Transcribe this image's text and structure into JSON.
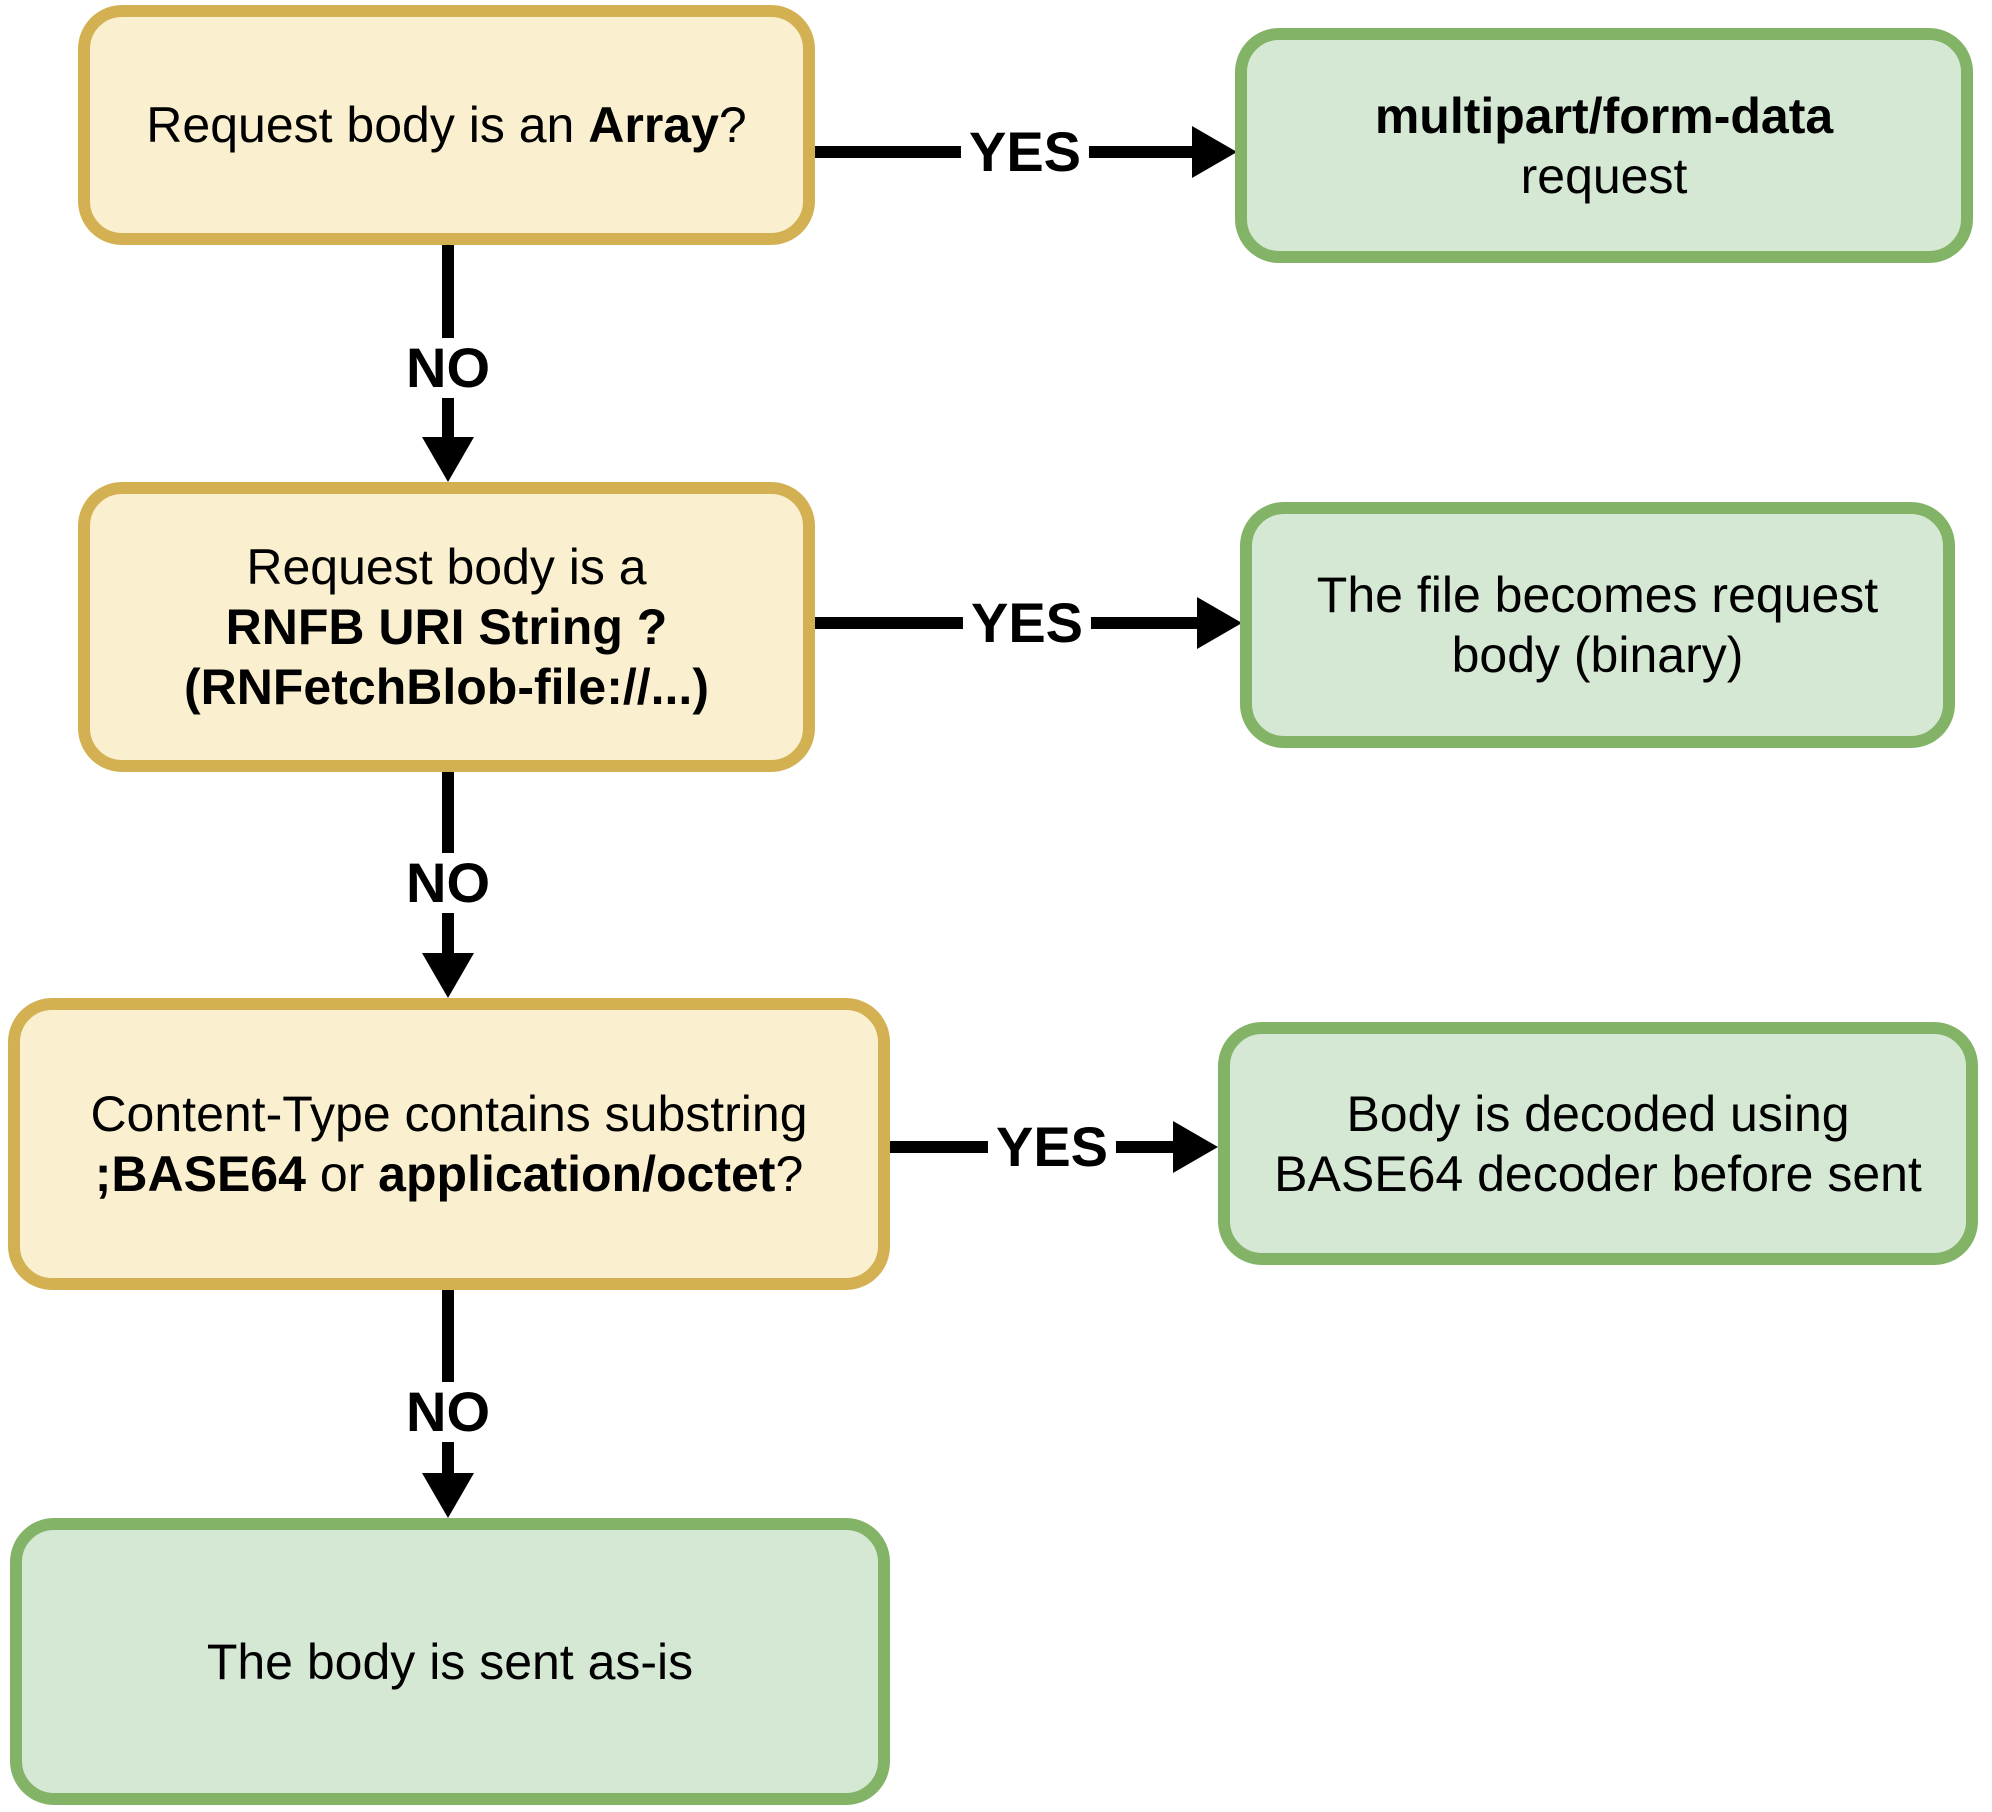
{
  "diagram_title": "Request body handling flowchart",
  "colors": {
    "question_fill": "#FAF0D0",
    "question_border": "#D3B152",
    "result_fill": "#D5E8D4",
    "result_border": "#82B366",
    "arrow": "#000000",
    "text": "#000000",
    "background": "#ffffff"
  },
  "nodes": {
    "q1": {
      "role": "question",
      "lines": [
        [
          {
            "text": "Request body is an ",
            "bold": false
          },
          {
            "text": "Array",
            "bold": true
          },
          {
            "text": "?",
            "bold": false
          }
        ]
      ]
    },
    "r1": {
      "role": "result",
      "lines": [
        [
          {
            "text": "multipart/form-data",
            "bold": true
          }
        ],
        [
          {
            "text": "request",
            "bold": false
          }
        ]
      ]
    },
    "q2": {
      "role": "question",
      "lines": [
        [
          {
            "text": "Request body is a",
            "bold": false
          }
        ],
        [
          {
            "text": "RNFB URI String ?",
            "bold": true
          }
        ],
        [
          {
            "text": "(RNFetchBlob-file://...)",
            "bold": true
          }
        ]
      ]
    },
    "r2": {
      "role": "result",
      "lines": [
        [
          {
            "text": "The file becomes request",
            "bold": false
          }
        ],
        [
          {
            "text": "body (binary)",
            "bold": false
          }
        ]
      ]
    },
    "q3": {
      "role": "question",
      "lines": [
        [
          {
            "text": "Content-Type contains substring",
            "bold": false
          }
        ],
        [
          {
            "text": ";BASE64",
            "bold": true
          },
          {
            "text": " or ",
            "bold": false
          },
          {
            "text": "application/octet",
            "bold": true
          },
          {
            "text": "?",
            "bold": false
          }
        ]
      ]
    },
    "r3": {
      "role": "result",
      "lines": [
        [
          {
            "text": "Body is decoded using",
            "bold": false
          }
        ],
        [
          {
            "text": "BASE64 decoder before sent",
            "bold": false
          }
        ]
      ]
    },
    "r4": {
      "role": "result",
      "lines": [
        [
          {
            "text": "The body is sent as-is",
            "bold": false
          }
        ]
      ]
    }
  },
  "edges": {
    "yes1": {
      "label": "YES",
      "from": "q1",
      "to": "r1"
    },
    "no1": {
      "label": "NO",
      "from": "q1",
      "to": "q2"
    },
    "yes2": {
      "label": "YES",
      "from": "q2",
      "to": "r2"
    },
    "no2": {
      "label": "NO",
      "from": "q2",
      "to": "q3"
    },
    "yes3": {
      "label": "YES",
      "from": "q3",
      "to": "r3"
    },
    "no3": {
      "label": "NO",
      "from": "q3",
      "to": "r4"
    }
  }
}
